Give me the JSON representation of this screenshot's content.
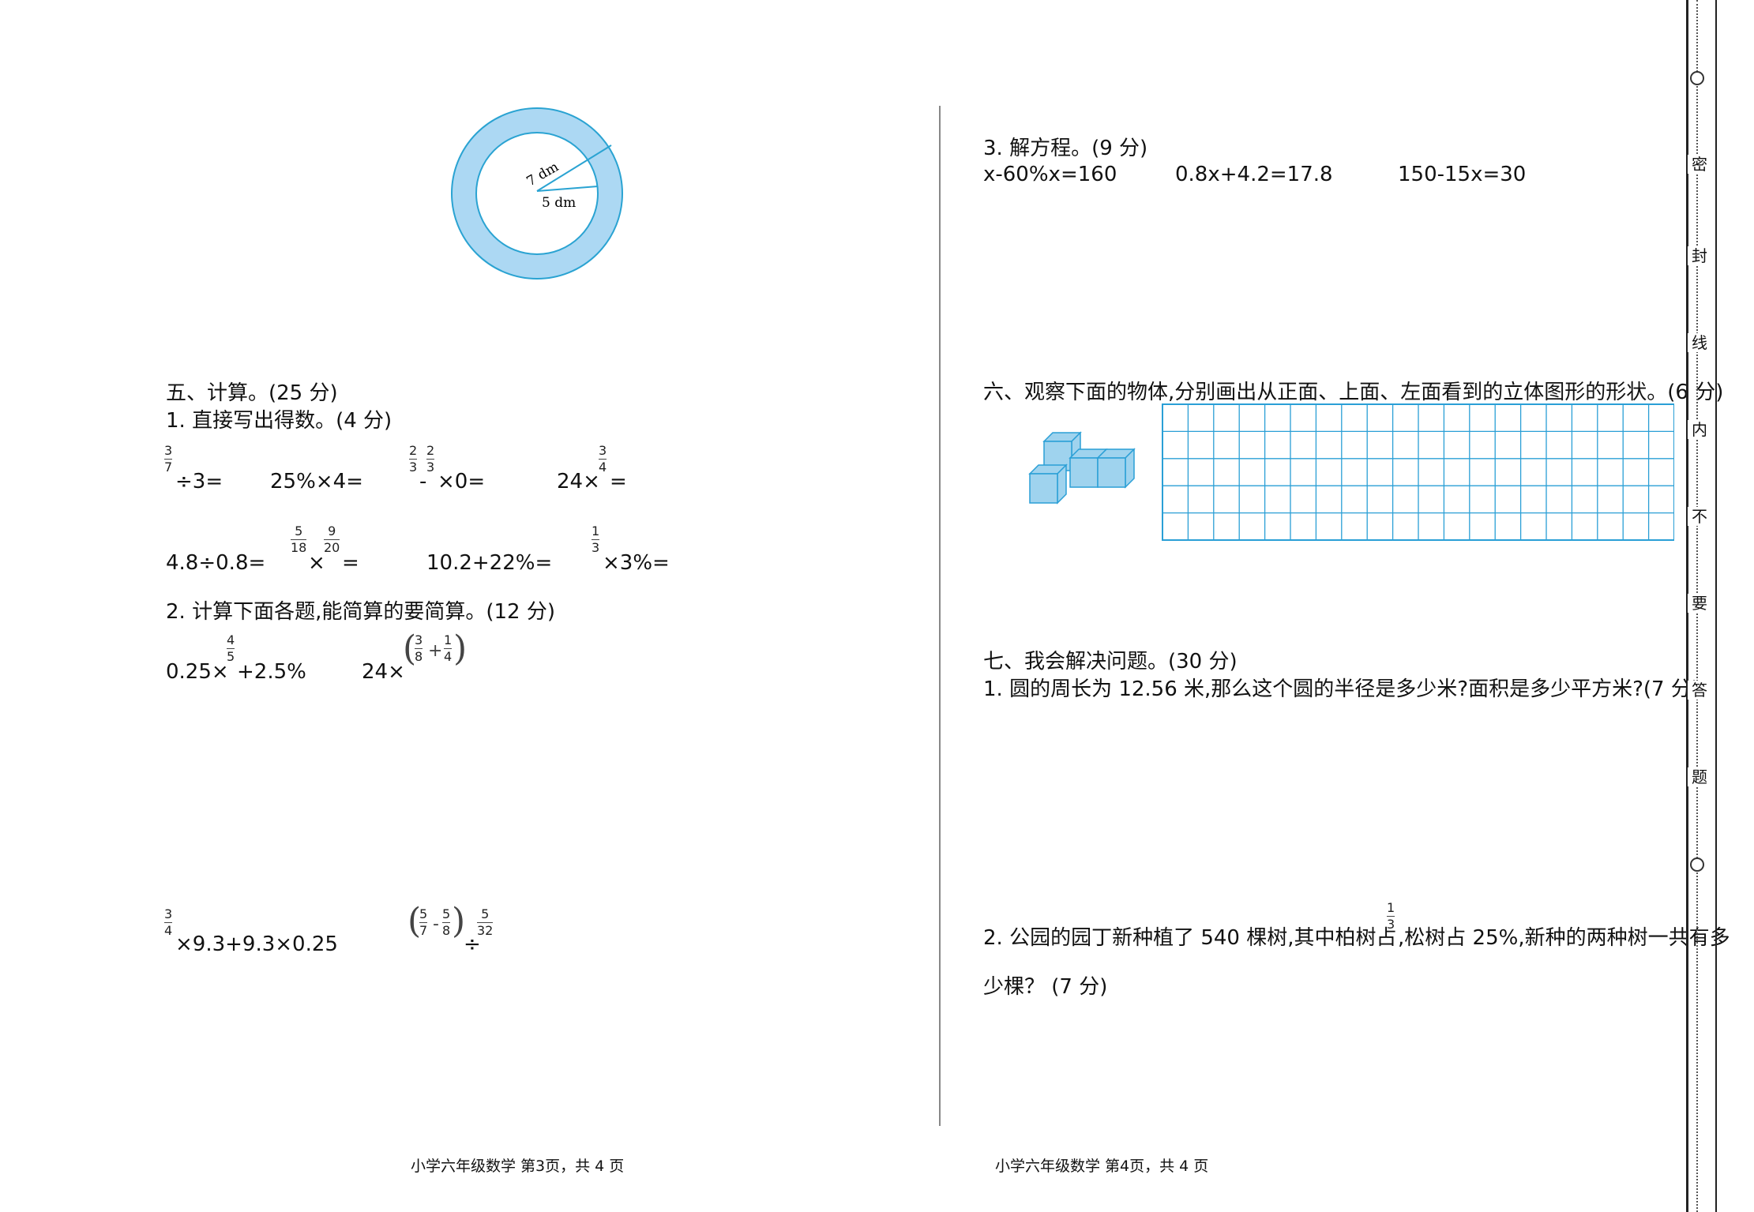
{
  "left": {
    "ring_labels": {
      "outer_radius": "7 dm",
      "inner_radius": "5 dm"
    },
    "section5_title": "五、计算。(25 分)",
    "q1_title": "1. 直接写出得数。(4 分)",
    "row1": {
      "a_num": "3",
      "a_den": "7",
      "a_rest": "÷3=",
      "b": "25%×4=",
      "c_n1": "2",
      "c_d1": "3",
      "c_n2": "2",
      "c_d2": "3",
      "c_rest": "×0=",
      "d_pre": "24×",
      "d_num": "3",
      "d_den": "4",
      "d_rest": "="
    },
    "row2": {
      "a": "4.8÷0.8=",
      "b_n1": "5",
      "b_d1": "18",
      "b_mid": "×",
      "b_n2": "9",
      "b_d2": "20",
      "b_rest": "=",
      "c": "10.2+22%=",
      "d_num": "1",
      "d_den": "3",
      "d_rest": "×3%="
    },
    "q2_title": "2. 计算下面各题,能简算的要简算。(12 分)",
    "row3": {
      "a_pre": "0.25×",
      "a_num": "4",
      "a_den": "5",
      "a_rest": "+2.5%",
      "b_pre": "24×",
      "b_n1": "3",
      "b_d1": "8",
      "b_op": "+",
      "b_n2": "1",
      "b_d2": "4"
    },
    "row4": {
      "a_num": "3",
      "a_den": "4",
      "a_rest": "×9.3+9.3×0.25",
      "b_n1": "5",
      "b_d1": "7",
      "b_op": "-",
      "b_n2": "5",
      "b_d2": "8",
      "b_div": "÷",
      "b_n3": "5",
      "b_d3": "32"
    },
    "footer": "小学六年级数学 第3页，共 4 页"
  },
  "right": {
    "q3_title": "3. 解方程。(9 分)",
    "equations": [
      "x-60%x=160",
      "0.8x+4.2=17.8",
      "150-15x=30"
    ],
    "section6_title": "六、观察下面的物体,分别画出从正面、上面、左面看到的立体图形的形状。(6 分)",
    "section7_title": "七、我会解决问题。(30 分)",
    "p1": "1. 圆的周长为 12.56 米,那么这个圆的半径是多少米?面积是多少平方米?(7 分)",
    "p2_pre": "2. 公园的园丁新种植了 540 棵树,其中柏树占",
    "p2_num": "1",
    "p2_den": "3",
    "p2_post": ",松树占 25%,新种的两种树一共有多",
    "p2_line2": "少棵？ (7 分)",
    "footer": "小学六年级数学 第4页，共 4 页"
  },
  "binding": {
    "chars": [
      "密",
      "封",
      "线",
      "内",
      "不",
      "要",
      "答",
      "题"
    ]
  },
  "colors": {
    "ring_fill": "#acd8f3",
    "line_cyan": "#2aa3d2",
    "cube_fill": "#9fd3ee",
    "grid": "#2a9fd6"
  }
}
